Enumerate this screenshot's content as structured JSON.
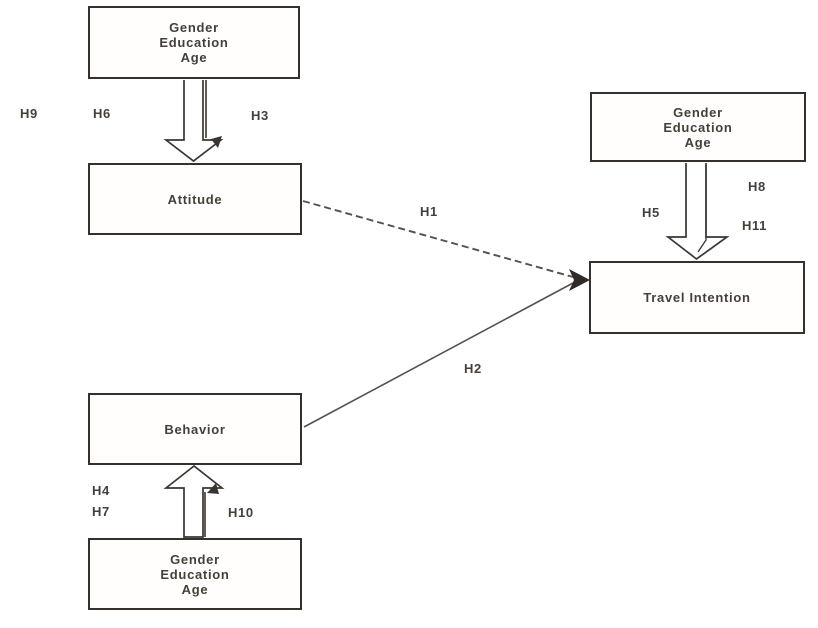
{
  "colors": {
    "background": "#ffffff",
    "box_border": "#34302c",
    "block_arrow_outline": "#3a3530",
    "connector_line": "#57504b",
    "text": "#453f39"
  },
  "nodes": {
    "demographics_top_left": {
      "label": "Gender\nEducation\nAge"
    },
    "attitude": {
      "label": "Attitude"
    },
    "demographics_top_right": {
      "label": "Gender\nEducation\nAge"
    },
    "travel_intention": {
      "label": "Travel Intention"
    },
    "behavior": {
      "label": "Behavior"
    },
    "demographics_bottom_left": {
      "label": "Gender\nEducation\nAge"
    }
  },
  "hypotheses": {
    "h1": "H1",
    "h2": "H2",
    "h3": "H3",
    "h4": "H4",
    "h5": "H5",
    "h6": "H6",
    "h7": "H7",
    "h8": "H8",
    "h9": "H9",
    "h10": "H10",
    "h11": "H11"
  },
  "edges": [
    {
      "from": "demographics_top_left",
      "to": "attitude",
      "style": "block-arrow-down",
      "labels": [
        "H9",
        "H6",
        "H3"
      ]
    },
    {
      "from": "attitude",
      "to": "travel_intention",
      "style": "dashed-line-arrow",
      "labels": [
        "H1"
      ]
    },
    {
      "from": "behavior",
      "to": "travel_intention",
      "style": "solid-line-arrow",
      "labels": [
        "H2"
      ]
    },
    {
      "from": "demographics_top_right",
      "to": "travel_intention",
      "style": "block-arrow-down",
      "labels": [
        "H5",
        "H8",
        "H11"
      ]
    },
    {
      "from": "demographics_bottom_left",
      "to": "behavior",
      "style": "block-arrow-up",
      "labels": [
        "H4",
        "H7",
        "H10"
      ]
    }
  ]
}
